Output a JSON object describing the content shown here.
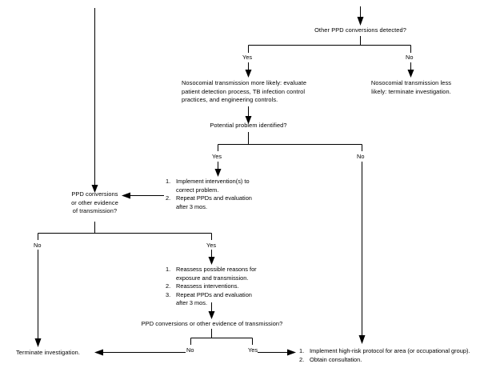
{
  "diagram": {
    "title": "TB PPD conversion investigation flowchart",
    "line_color": "#000000",
    "background_color": "#ffffff"
  },
  "nodes": {
    "other_ppd_conversions": "Other PPD conversions detected?",
    "nosocomial_more_likely": "Nosocomial transmission more likely: evaluate\npatient detection process, TB infection control\npractices, and engineering controls.",
    "nosocomial_less_likely": "Nosocomial transmission less\nlikely:  terminate investigation.",
    "potential_problem": "Potential problem identified?",
    "ppd_conversions_evidence": "PPD conversions\nor other evidence\nof transmission?",
    "ppd_conversions_evidence_2": "PPD conversions or other evidence of transmission?",
    "terminate_investigation": "Terminate investigation."
  },
  "lists": {
    "implement_interventions": [
      {
        "num": "1.",
        "text": "Implement intervention(s) to\ncorrect problem."
      },
      {
        "num": "2.",
        "text": "Repeat PPDs and evaluation\nafter 3 mos."
      }
    ],
    "reassess": [
      {
        "num": "1.",
        "text": "Reassess possible reasons for\nexposure and  transmission."
      },
      {
        "num": "2.",
        "text": "Reassess interventions."
      },
      {
        "num": "3.",
        "text": "Repeat PPDs and evaluation\nafter 3 mos."
      }
    ],
    "high_risk_protocol": [
      {
        "num": "1.",
        "text": "Implement high-risk protocol for area (or occupational group)."
      },
      {
        "num": "2.",
        "text": "Obtain consultation."
      }
    ]
  },
  "branch_labels": {
    "top_yes": "Yes",
    "top_no": "No",
    "potential_yes": "Yes",
    "potential_no": "No",
    "evidence_no": "No",
    "evidence_yes": "Yes",
    "evidence2_no": "No",
    "evidence2_yes": "Yes"
  }
}
